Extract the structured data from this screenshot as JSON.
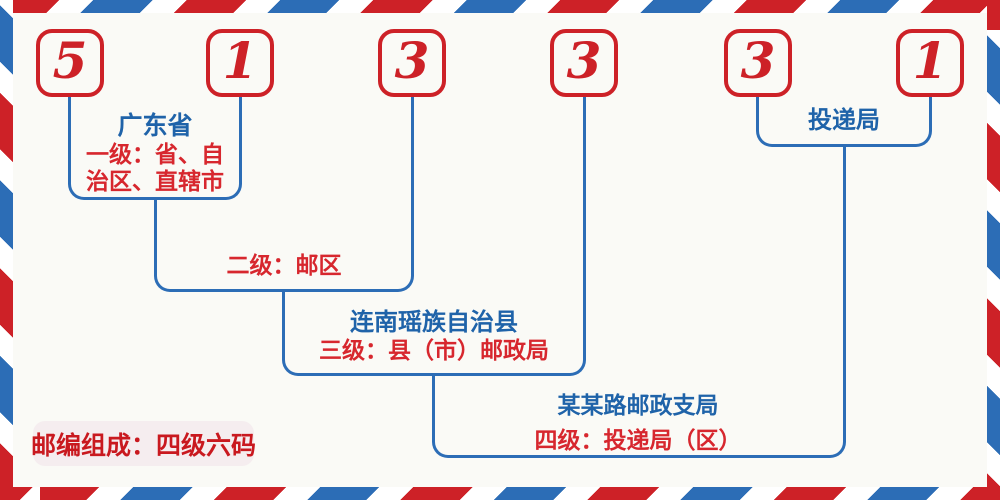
{
  "postal_code": "513331",
  "digits": [
    "5",
    "1",
    "3",
    "3",
    "3",
    "1"
  ],
  "level1": {
    "place": "广东省",
    "desc_line1": "一级：省、自",
    "desc_line2": "治区、直辖市"
  },
  "level2": {
    "desc": "二级：邮区"
  },
  "level3": {
    "place": "连南瑶族自治县",
    "desc": "三级：县（市）邮政局"
  },
  "level4": {
    "place": "某某路邮政支局",
    "desc": "四级：投递局（区）"
  },
  "delivery": {
    "label": "投递局"
  },
  "badge": {
    "text": "邮编组成：四级六码"
  },
  "colors": {
    "red": "#CD2127",
    "text_red": "#D7272E",
    "blue": "#2C6DB6",
    "text_blue": "#1F63A9",
    "background": "#FAFAF6",
    "badge_bg": "#F5EDEF"
  }
}
